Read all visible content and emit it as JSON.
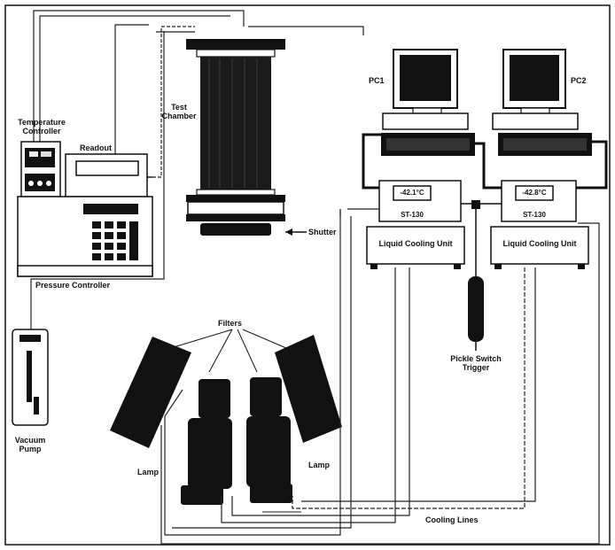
{
  "labels": {
    "temperature_controller": [
      "Temperature",
      "Controller"
    ],
    "readout": "Readout",
    "test_chamber": [
      "Test",
      "Chamber"
    ],
    "shutter": "Shutter",
    "pressure_controller": "Pressure Controller",
    "pc1": "PC1",
    "pc2": "PC2",
    "display1": "-42.1°C",
    "display2": "-42.8°C",
    "st_unit1": "ST-130",
    "st_unit2": "ST-130",
    "liquid_cooling1": "Liquid Cooling Unit",
    "liquid_cooling2": "Liquid Cooling Unit",
    "vacuum_pump": [
      "Vacuum",
      "Pump"
    ],
    "filters": "Filters",
    "lamp_left": "Lamp",
    "lamp_right": "Lamp",
    "pickle_switch": [
      "Pickle Switch",
      "Trigger"
    ],
    "cooling_lines": "Cooling Lines"
  }
}
